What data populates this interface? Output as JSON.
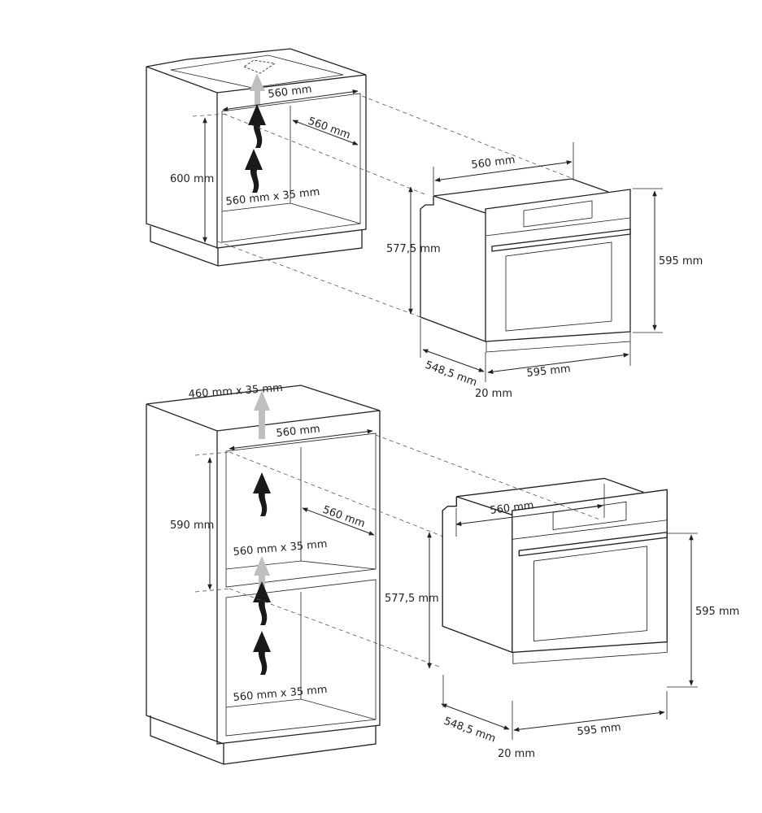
{
  "top_cabinet": {
    "width": "560 mm",
    "depth": "560 mm",
    "height": "600 mm",
    "vent": "560 mm x 35 mm"
  },
  "top_oven": {
    "width_top": "560 mm",
    "body_height": "577,5 mm",
    "front_height": "595 mm",
    "depth": "548,5 mm",
    "front_width": "595 mm",
    "panel": "20 mm"
  },
  "tall_cabinet": {
    "top_vent": "460 mm x 35 mm",
    "width": "560 mm",
    "depth": "560 mm",
    "height": "590 mm",
    "vent_upper": "560 mm x 35 mm",
    "vent_lower": "560 mm x 35 mm"
  },
  "bottom_oven": {
    "width_top": "560 mm",
    "body_height": "577,5 mm",
    "front_height": "595 mm",
    "depth": "548,5 mm",
    "front_width": "595 mm",
    "panel": "20 mm"
  }
}
